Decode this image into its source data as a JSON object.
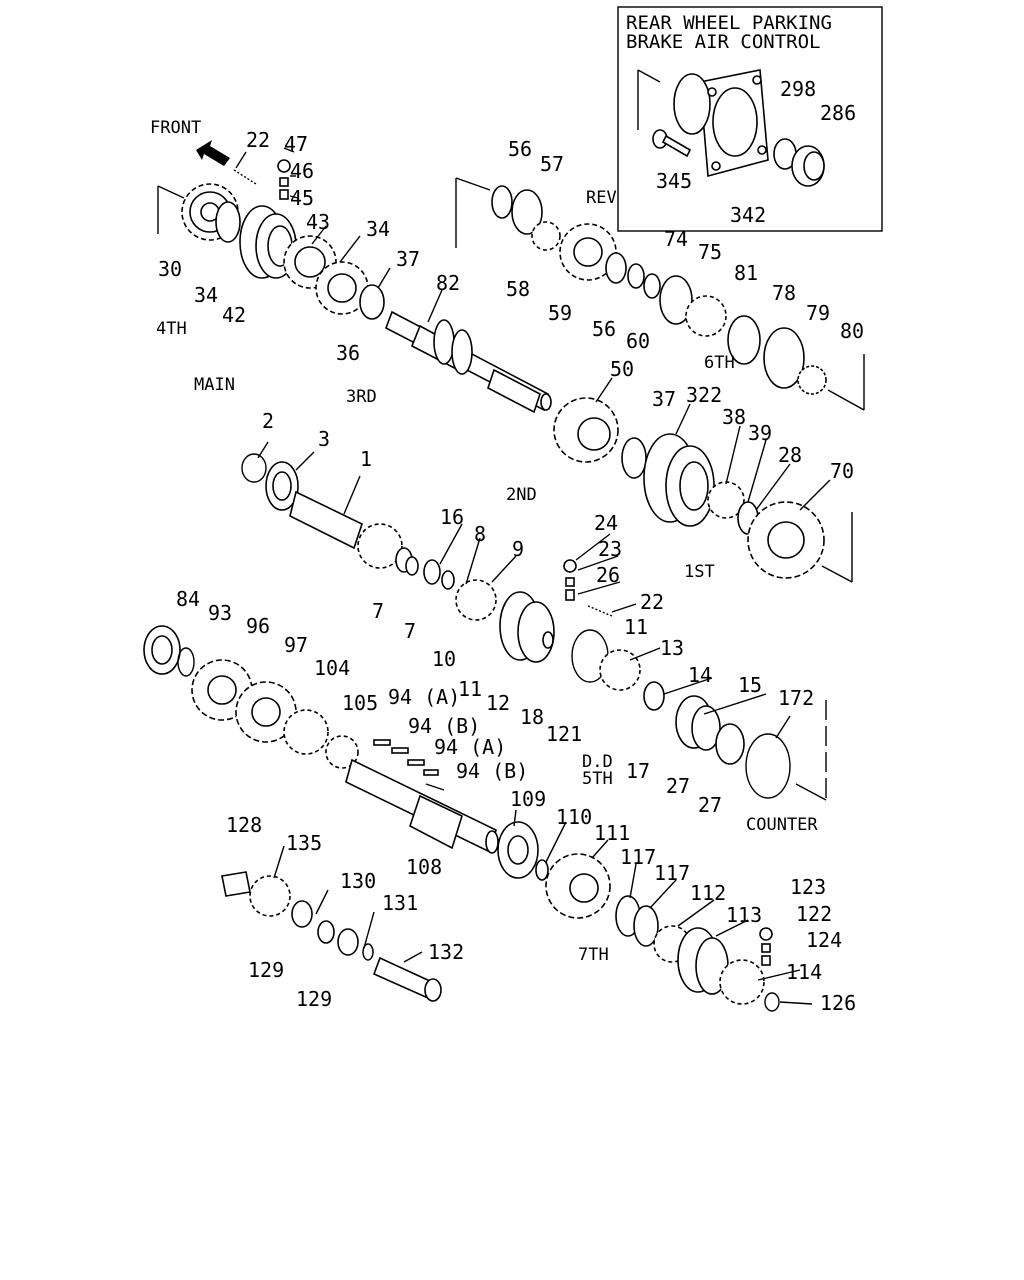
{
  "inset": {
    "title_line1": "REAR WHEEL PARKING",
    "title_line2": "BRAKE AIR CONTROL"
  },
  "sections": {
    "front": "FRONT",
    "main": "MAIN",
    "counter": "COUNTER",
    "g4th": "4TH",
    "g3rd": "3RD",
    "g2nd": "2ND",
    "g1st": "1ST",
    "rev": "REV",
    "g6th": "6TH",
    "dd": "D.D",
    "g5th": "5TH",
    "g7th": "7TH"
  },
  "labels": [
    "22",
    "47",
    "46",
    "45",
    "43",
    "34",
    "30",
    "34",
    "42",
    "36",
    "37",
    "82",
    "56",
    "57",
    "58",
    "59",
    "56",
    "60",
    "74",
    "75",
    "81",
    "78",
    "79",
    "80",
    "298",
    "286",
    "345",
    "342",
    "50",
    "37",
    "322",
    "38",
    "39",
    "28",
    "70",
    "2",
    "3",
    "1",
    "16",
    "8",
    "9",
    "7",
    "7",
    "10",
    "11",
    "12",
    "18",
    "121",
    "11",
    "13",
    "24",
    "23",
    "26",
    "22",
    "14",
    "15",
    "17",
    "27",
    "27",
    "172",
    "84",
    "93",
    "96",
    "97",
    "104",
    "105",
    "94 (A)",
    "94 (B)",
    "94 (A)",
    "94 (B)",
    "109",
    "110",
    "111",
    "108",
    "117",
    "117",
    "112",
    "113",
    "123",
    "122",
    "124",
    "114",
    "126",
    "128",
    "135",
    "130",
    "131",
    "132",
    "129",
    "129"
  ]
}
